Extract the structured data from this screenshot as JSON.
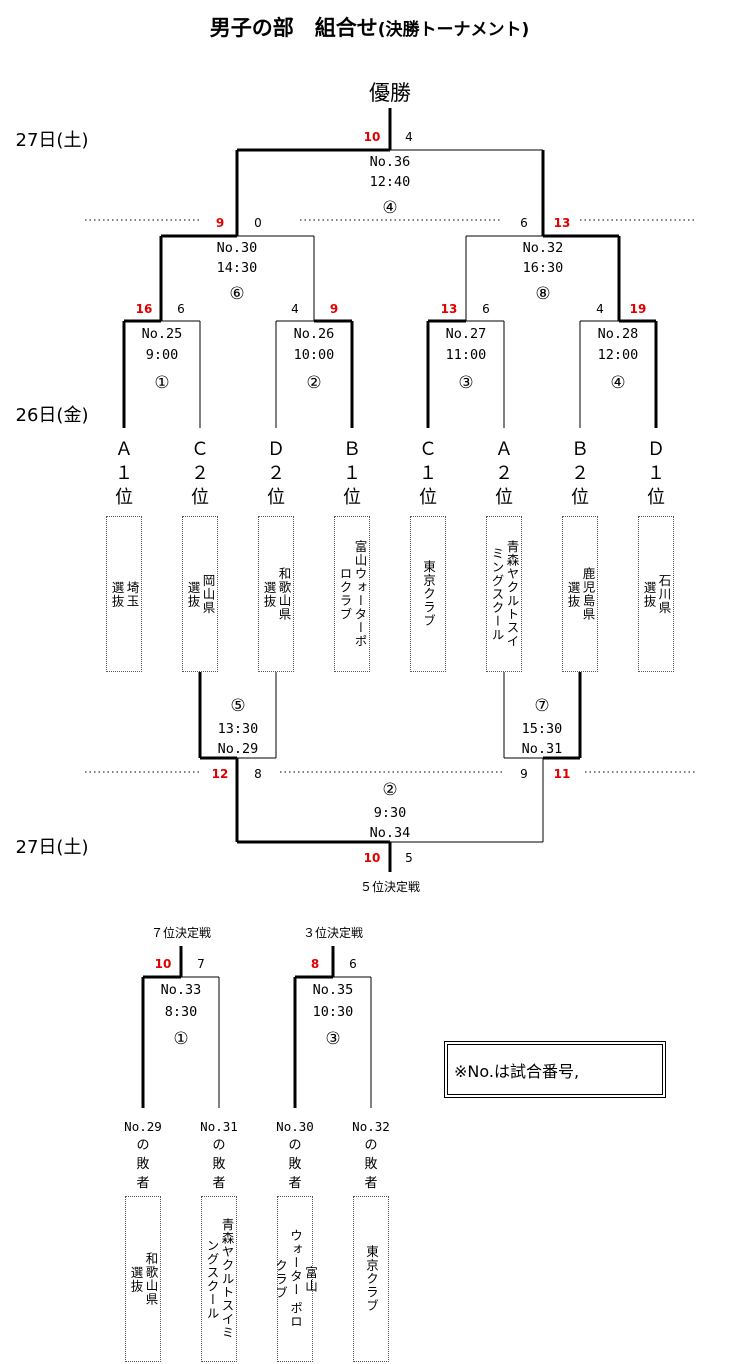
{
  "title": {
    "main": "男子の部　組合せ",
    "sub": "(決勝トーナメント)"
  },
  "champion_label": "優勝",
  "day_labels": {
    "day27_top": "27日(土)",
    "day26": "26日(金)",
    "day27_bottom": "27日(土)"
  },
  "games": {
    "g25": {
      "no": "No.25",
      "time": "9:00",
      "court": "①",
      "left": "16",
      "right": "6"
    },
    "g26": {
      "no": "No.26",
      "time": "10:00",
      "court": "②",
      "left": "4",
      "right": "9"
    },
    "g27": {
      "no": "No.27",
      "time": "11:00",
      "court": "③",
      "left": "13",
      "right": "6"
    },
    "g28": {
      "no": "No.28",
      "time": "12:00",
      "court": "④",
      "left": "4",
      "right": "19"
    },
    "g30": {
      "no": "No.30",
      "time": "14:30",
      "court": "⑥",
      "left": "9",
      "right": "0"
    },
    "g32": {
      "no": "No.32",
      "time": "16:30",
      "court": "⑧",
      "left": "6",
      "right": "13"
    },
    "g36": {
      "no": "No.36",
      "time": "12:40",
      "court": "④",
      "left": "10",
      "right": "4"
    },
    "g29": {
      "no": "No.29",
      "time": "13:30",
      "court": "⑤"
    },
    "g31": {
      "no": "No.31",
      "time": "15:30",
      "court": "⑦"
    },
    "g34": {
      "no": "No.34",
      "time": "9:30",
      "court": "②",
      "left_in": "12",
      "left_in2": "8",
      "right_in": "9",
      "right_in2": "11",
      "top": "10",
      "top2": "5",
      "label": "５位決定戦"
    },
    "g33": {
      "no": "No.33",
      "time": "8:30",
      "court": "①",
      "top": "10",
      "top2": "7",
      "label": "７位決定戦"
    },
    "g35": {
      "no": "No.35",
      "time": "10:30",
      "court": "③",
      "top": "8",
      "top2": "6",
      "label": "３位決定戦"
    }
  },
  "seeds": [
    {
      "group": "Ａ",
      "rank": "１",
      "pos": "位",
      "team": [
        "埼玉",
        "選抜"
      ]
    },
    {
      "group": "Ｃ",
      "rank": "２",
      "pos": "位",
      "team": [
        "岡山県",
        "選抜"
      ]
    },
    {
      "group": "Ｄ",
      "rank": "２",
      "pos": "位",
      "team": [
        "和歌山県",
        "選抜"
      ]
    },
    {
      "group": "Ｂ",
      "rank": "１",
      "pos": "位",
      "team": [
        "富山ウォーターポ",
        "ロクラブ"
      ]
    },
    {
      "group": "Ｃ",
      "rank": "１",
      "pos": "位",
      "team": [
        "東京クラブ"
      ]
    },
    {
      "group": "Ａ",
      "rank": "２",
      "pos": "位",
      "team": [
        "青森ヤクルトスイ",
        "ミングスクール"
      ]
    },
    {
      "group": "Ｂ",
      "rank": "２",
      "pos": "位",
      "team": [
        "鹿児島県",
        "選抜"
      ]
    },
    {
      "group": "Ｄ",
      "rank": "１",
      "pos": "位",
      "team": [
        "石川県",
        "選抜"
      ]
    }
  ],
  "losers": [
    {
      "no": "No.29",
      "l1": "の",
      "l2": "敗",
      "l3": "者",
      "team": [
        "和歌山県",
        "選抜"
      ]
    },
    {
      "no": "No.31",
      "l1": "の",
      "l2": "敗",
      "l3": "者",
      "team": [
        "青森ヤクルトスイミ",
        "ングスクール"
      ]
    },
    {
      "no": "No.30",
      "l1": "の",
      "l2": "敗",
      "l3": "者",
      "team": [
        "富山",
        "ウォーター ポロ",
        "クラブ"
      ]
    },
    {
      "no": "No.32",
      "l1": "の",
      "l2": "敗",
      "l3": "者",
      "team": [
        "東京クラブ"
      ]
    }
  ],
  "note": "※No.は試合番号,",
  "colors": {
    "winner_score": "#e00000",
    "line": "#000000",
    "dotted": "#555555"
  }
}
